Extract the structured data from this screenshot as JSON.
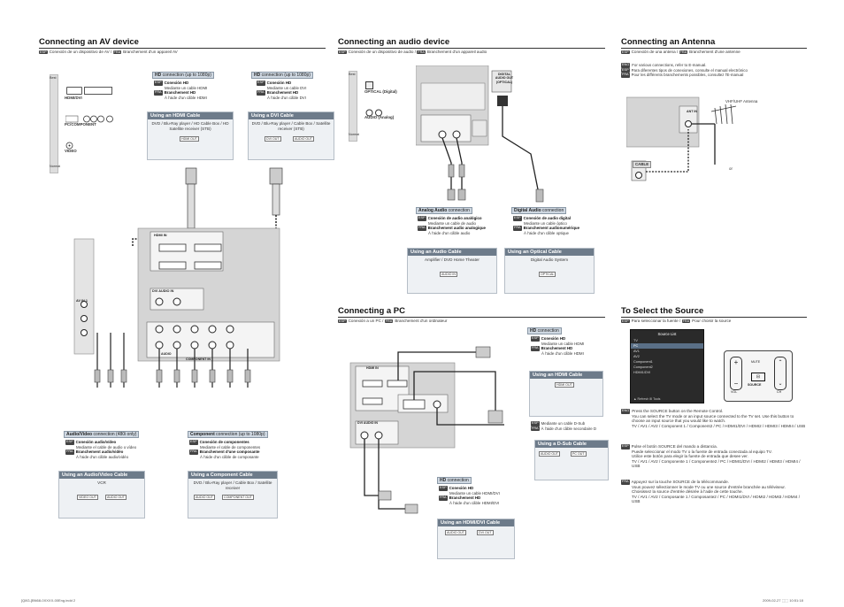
{
  "sections": {
    "av": {
      "title": "Connecting an AV device",
      "sub_es": "Conexión de un dispositivo de AV /",
      "sub_fr": "Branchement d'un appareil AV",
      "side": [
        "HDMI/DVI",
        "PC/COMPONENT",
        "VIDEO"
      ],
      "rail_top": "Best",
      "rail_bottom": "Normal",
      "hdmi_conn": {
        "title_b": "HD",
        "title_n": "connection (up to 1080p)",
        "es_b": "Conexión HD",
        "es": "Mediante un cable HDMI",
        "fr_b": "Branchement HD",
        "fr": "À l'aide d'un câble HDMI"
      },
      "dvi_conn": {
        "title_b": "HD",
        "title_n": "connection (up to 1080p)",
        "es_b": "Conexión HD",
        "es": "Mediante un cable DVI",
        "fr_b": "Branchement HD",
        "fr": "À l'aide d'un câble DVI"
      },
      "hdmi_box": {
        "head": "Using an HDMI Cable",
        "body": "DVD / Blu-Ray player / HD Cable Box / HD Satellite receiver (STB)",
        "port": "HDMI OUT"
      },
      "dvi_box": {
        "head": "Using a DVI Cable",
        "body": "DVD / Blu-Ray player / Cable Box / Satellite receiver (STB)",
        "port1": "DVI OUT",
        "port2": "AUDIO OUT"
      },
      "tv_labels": {
        "hdmi_in": "HDMI IN",
        "dvi_audio": "DVI AUDIO IN",
        "av_in": "AV IN 1",
        "audio": "AUDIO",
        "component": "COMPONENT IN",
        "video": "VIDEO"
      },
      "av_conn": {
        "title_b": "Audio/Video",
        "title_n": "connection (480i only)",
        "es_b": "Conexión audio/vídeo",
        "es": "Mediante el cable de audio o vídeo",
        "fr_b": "Branchement audio/vidéo",
        "fr": "À l'aide d'un câble audio/vidéo"
      },
      "comp_conn": {
        "title_b": "Component",
        "title_n": "connection (up to 1080p)",
        "es_b": "Conexión de componentes",
        "es": "Mediante el cable de componentes",
        "fr_b": "Branchement d'une composante",
        "fr": "À l'aide d'un câble de composante"
      },
      "av_box": {
        "head": "Using an Audio/Video Cable",
        "body": "VCR",
        "port1": "VIDEO OUT",
        "port2": "AUDIO OUT"
      },
      "comp_box": {
        "head": "Using a Component Cable",
        "body": "DVD / Blu-Ray player / Cable Box / Satellite receiver",
        "port1": "AUDIO OUT",
        "port2": "COMPONENT OUT"
      }
    },
    "audio": {
      "title": "Connecting an audio device",
      "sub_es": "Conexión de un dispositivo de audio /",
      "sub_fr": "Branchement d'un appareil audio",
      "side": [
        "OPTICAL (Digital)",
        "AUDIO (Analog)"
      ],
      "rail_top": "Best",
      "rail_bottom": "Normal",
      "tv_label": "DIGITAL AUDIO OUT (OPTICAL)",
      "analog": {
        "title_b": "Analog Audio",
        "title_n": "connection",
        "es_b": "Conexión de audio analógico",
        "es": "Mediante un cable de audio",
        "fr_b": "Branchement audio analogique",
        "fr": "À l'aide d'un câble audio"
      },
      "digital": {
        "title_b": "Digital Audio",
        "title_n": "connection",
        "es_b": "Conexión de audio digital",
        "es": "Mediante un cable óptico",
        "fr_b": "Branchement audionumérique",
        "fr": "À l'aide d'un câble optique"
      },
      "audio_box": {
        "head": "Using an Audio Cable",
        "body": "Amplifier / DVD Home Theater",
        "port": "AUDIO IN"
      },
      "optical_box": {
        "head": "Using an Optical Cable",
        "body": "Digital Audio System",
        "port": "OPTICAL"
      }
    },
    "antenna": {
      "title": "Connecting an Antenna",
      "sub_es": "Conexión de una antena /",
      "sub_fr": "Branchement d'une antenne",
      "lines": [
        "For various connections, refer to E-manual.",
        "Para diferentes tipos de conexiones, consulte el manual electrónico",
        "Pour les différents branchements possibles, consultez l'E-manual"
      ],
      "vhf": "VHF/UHF Antenna",
      "cable": "CABLE",
      "or": "or",
      "ant_in": "ANT IN"
    },
    "pc": {
      "title": "Connecting a PC",
      "sub_es": "Conexión a un PC /",
      "sub_fr": "Branchement d'un ordinateur",
      "hd1": {
        "title_b": "HD",
        "title_n": "connection",
        "es_b": "Conexión HD",
        "es": "Mediante un cable HDMI",
        "fr_b": "Branchement HD",
        "fr": "À l'aide d'un câble HDMI"
      },
      "hdmi_box": {
        "head": "Using an HDMI Cable",
        "port": "HDMI OUT"
      },
      "dsub_es": "Mediante un cable D-Sub",
      "dsub_fr": "À l'aide d'un câble secondaire D",
      "dsub_box": {
        "head": "Using a D-Sub Cable",
        "port1": "AUDIO OUT",
        "port2": "PC OUT"
      },
      "hd2": {
        "title_b": "HD",
        "title_n": "connection",
        "es_b": "Conexión HD",
        "es": "Mediante un cable HDMI/DVI",
        "fr_b": "Branchement HD",
        "fr": "À l'aide d'un câble HDMI/DVI"
      },
      "dvi_box": {
        "head": "Using an HDMI/DVI Cable",
        "port1": "AUDIO OUT",
        "port2": "DVI OUT"
      }
    },
    "source": {
      "title": "To Select the Source",
      "sub_es": "Para seleccionar la fuente /",
      "sub_fr": "Pour choisir la source",
      "screen_title": "Source List",
      "items": [
        "TV",
        "PC",
        "AV1",
        "AV2",
        "Component1",
        "Component2",
        "HDMI1/DVI"
      ],
      "footer": "▲ Refresh   ⊞ Tools",
      "remote": {
        "mute": "MUTE",
        "source": "SOURCE",
        "vol": "VOL",
        "ch": "CH"
      },
      "en1": "Press the SOURCE button on the Remote Control.",
      "en2": "You can select the TV mode or an input source connected to the TV set. Use this button to choose an input source that you would like to watch.",
      "en3": "TV / AV1 / AV2 / Component 1 / Component2 / PC / HDMI1/DVI / HDMI2 / HDMI3 / HDMI4 / USB",
      "es1": "Pulse el botón SOURCE del mando a distancia.",
      "es2": "Puede seleccionar el modo TV o la fuente de entrada conectada al equipo TV.",
      "es3": "Utilice este botón para elegir la fuente de entrada que desee ver.",
      "es4": "TV / AV1 / AV2 / Componente 1 / Componente2 / PC / HDMI1/DVI / HDMI2 / HDMI3 / HDMI4 / USB",
      "fr1": "Appuyez sur la touche SOURCE de la télécommande.",
      "fr2": "Vous pouvez sélectionner le mode TV ou une source d'entrée branchée au téléviseur.",
      "fr3": "Choisissez la source d'entrée désirée à l'aide de cette touche.",
      "fr4": "TV / AV1 / AV2 / Composante 1 / Composante2 / PC / HDMI1/DVI / HDMI2 / HDMI3 / HDMI4 / USB"
    }
  },
  "tags": {
    "es": "ESP",
    "fr": "FRA",
    "en": "ENG"
  },
  "footer": {
    "left": "[Q8G-]BN68-0XXXX-00Eng.indd   2",
    "right": "2009-02-27   ⬚⬚ 10:51:18"
  }
}
